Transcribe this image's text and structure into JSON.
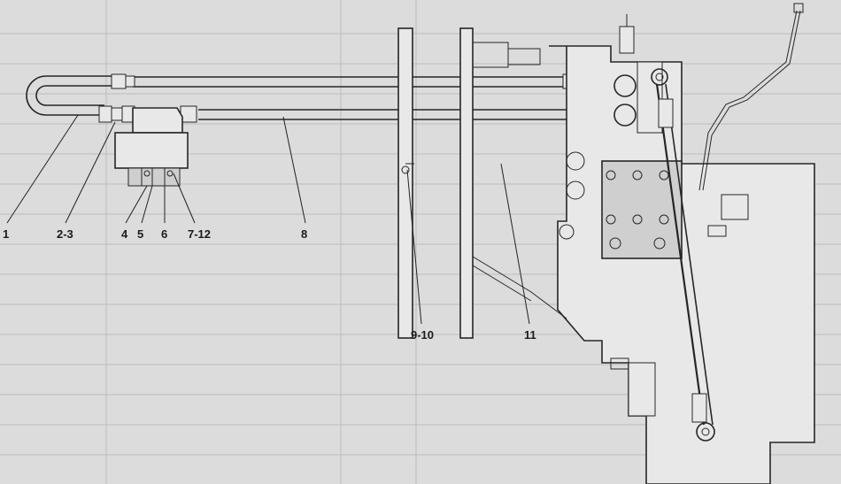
{
  "diagram": {
    "callouts": [
      {
        "id": "c1",
        "text": "1"
      },
      {
        "id": "c2",
        "text": "2-3"
      },
      {
        "id": "c4",
        "text": "4"
      },
      {
        "id": "c5",
        "text": "5"
      },
      {
        "id": "c6",
        "text": "6"
      },
      {
        "id": "c7",
        "text": "7-12"
      },
      {
        "id": "c8",
        "text": "8"
      },
      {
        "id": "c9",
        "text": "9-10"
      },
      {
        "id": "c11",
        "text": "11"
      }
    ]
  }
}
